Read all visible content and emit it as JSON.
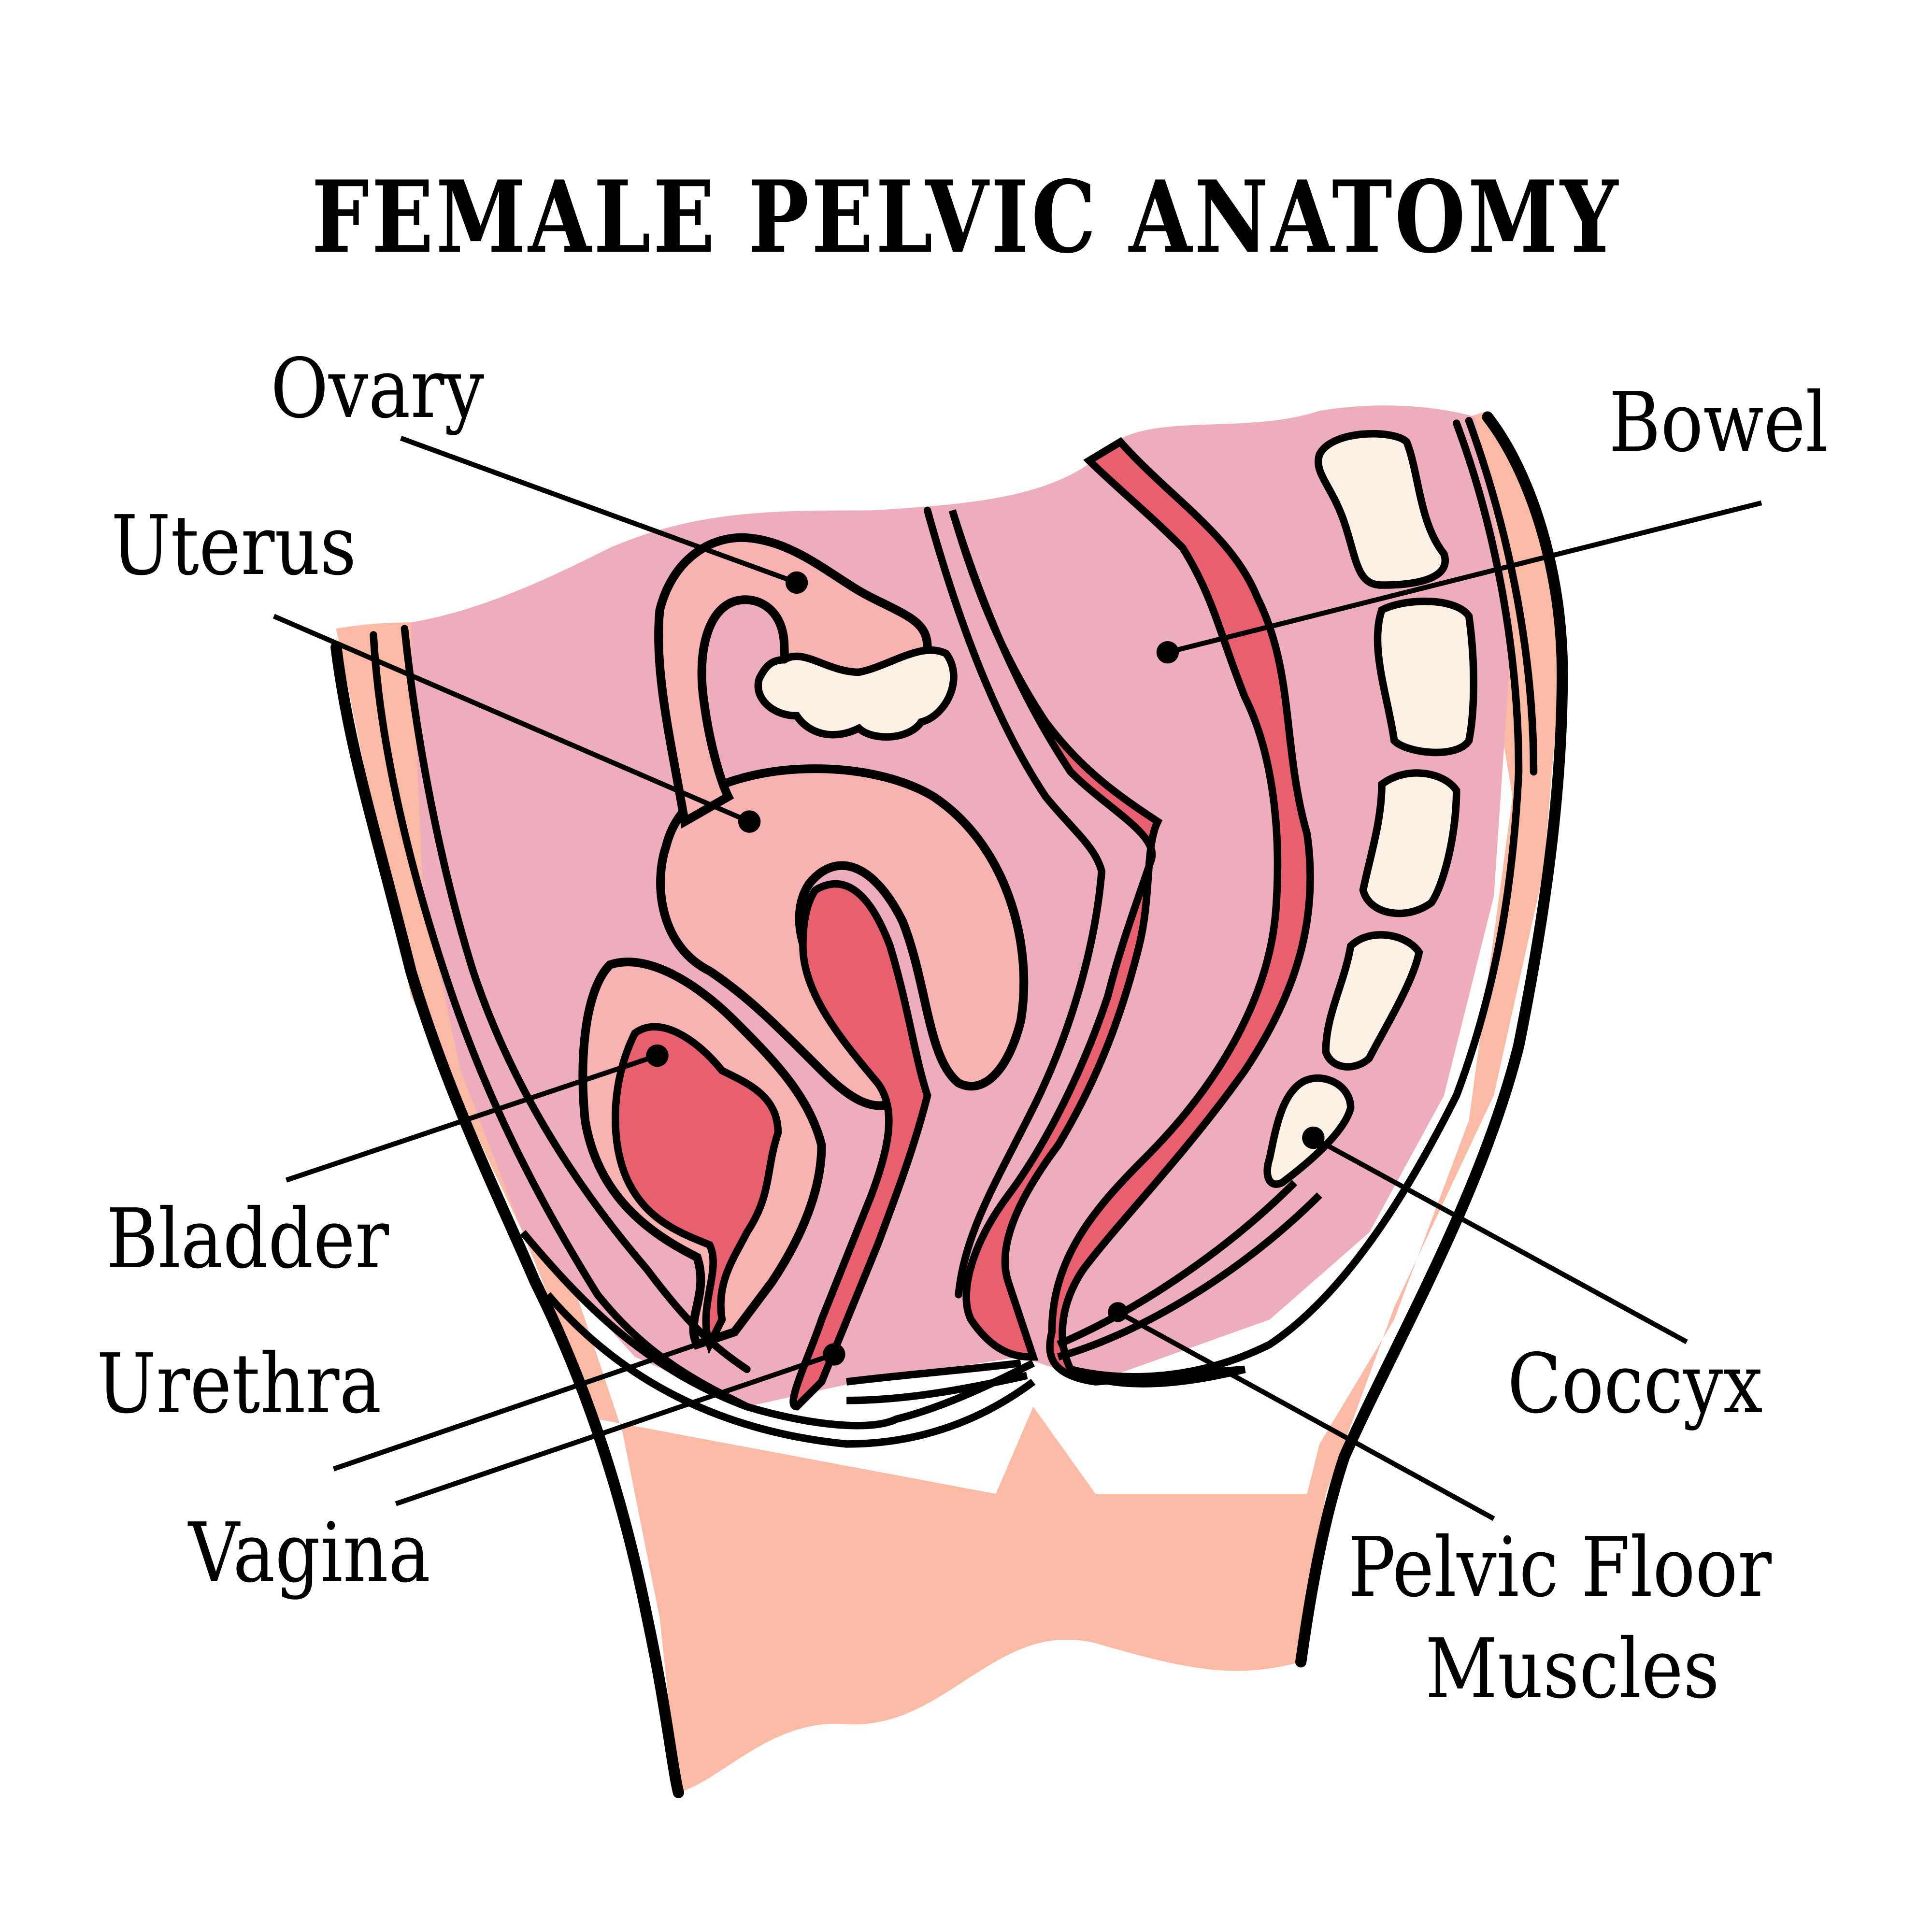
{
  "title": "FEMALE PELVIC ANATOMY",
  "labels": {
    "ovary": "Ovary",
    "uterus": "Uterus",
    "bladder": "Bladder",
    "urethra": "Urethra",
    "vagina": "Vagina",
    "bowel": "Bowel",
    "coccyx": "Coccyx",
    "pelvic_floor_line1": "Pelvic Floor",
    "pelvic_floor_line2": "Muscles"
  },
  "colors": {
    "background": "#FFFFFF",
    "cavity_pink": "#EEADBC",
    "organ_light": "#F7B2B2",
    "organ_red": "#E85F70",
    "bone_cream": "#FAF1E4",
    "skin": "#FABAA4",
    "outline": "#000000"
  }
}
